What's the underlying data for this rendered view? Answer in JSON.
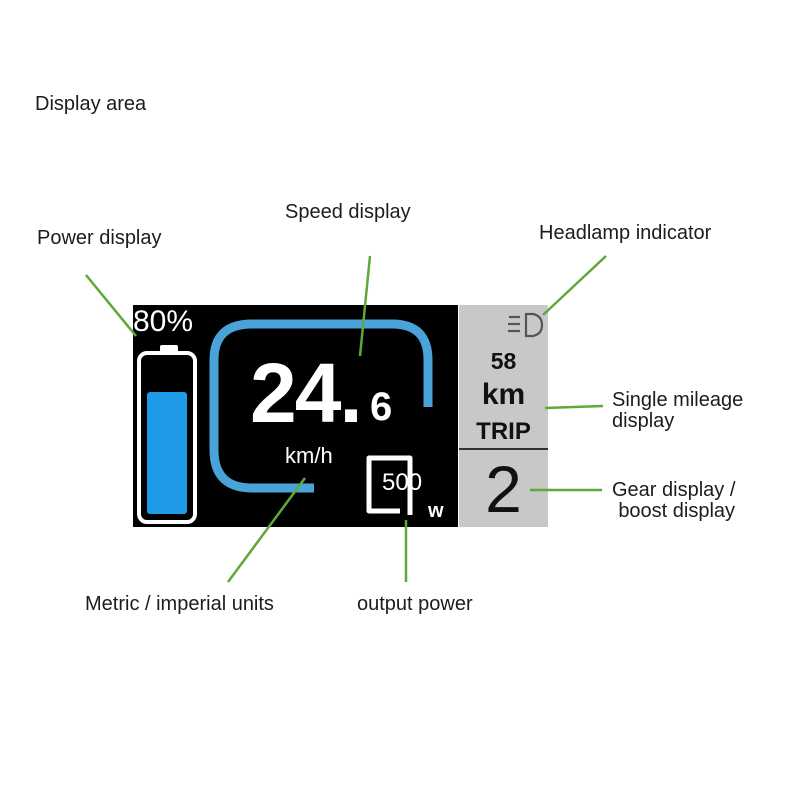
{
  "title": "Display area",
  "labels": {
    "speed": "Speed display",
    "power": "Power display",
    "headlamp": "Headlamp indicator",
    "mileage_line1": "Single mileage",
    "mileage_line2": "display",
    "gear_line1": "Gear display /",
    "gear_line2": "boost display",
    "units": "Metric / imperial units",
    "output": "output power"
  },
  "screen": {
    "battery_percent": "80%",
    "battery_level": 0.8,
    "speed_integer": "24.",
    "speed_decimal": "6",
    "speed_unit": "km/h",
    "output_power": "500",
    "output_power_unit": "w",
    "trip_distance": "58",
    "trip_unit": "km",
    "trip_label": "TRIP",
    "gear": "2"
  },
  "colors": {
    "screen_bg": "#000000",
    "side_panel": "#c8c8c8",
    "accent_blue": "#4aa3d8",
    "battery_fill": "#1e9be6",
    "leader_green": "#5fa83a"
  },
  "icons": {
    "headlamp": "headlamp-icon",
    "battery": "battery-icon"
  }
}
